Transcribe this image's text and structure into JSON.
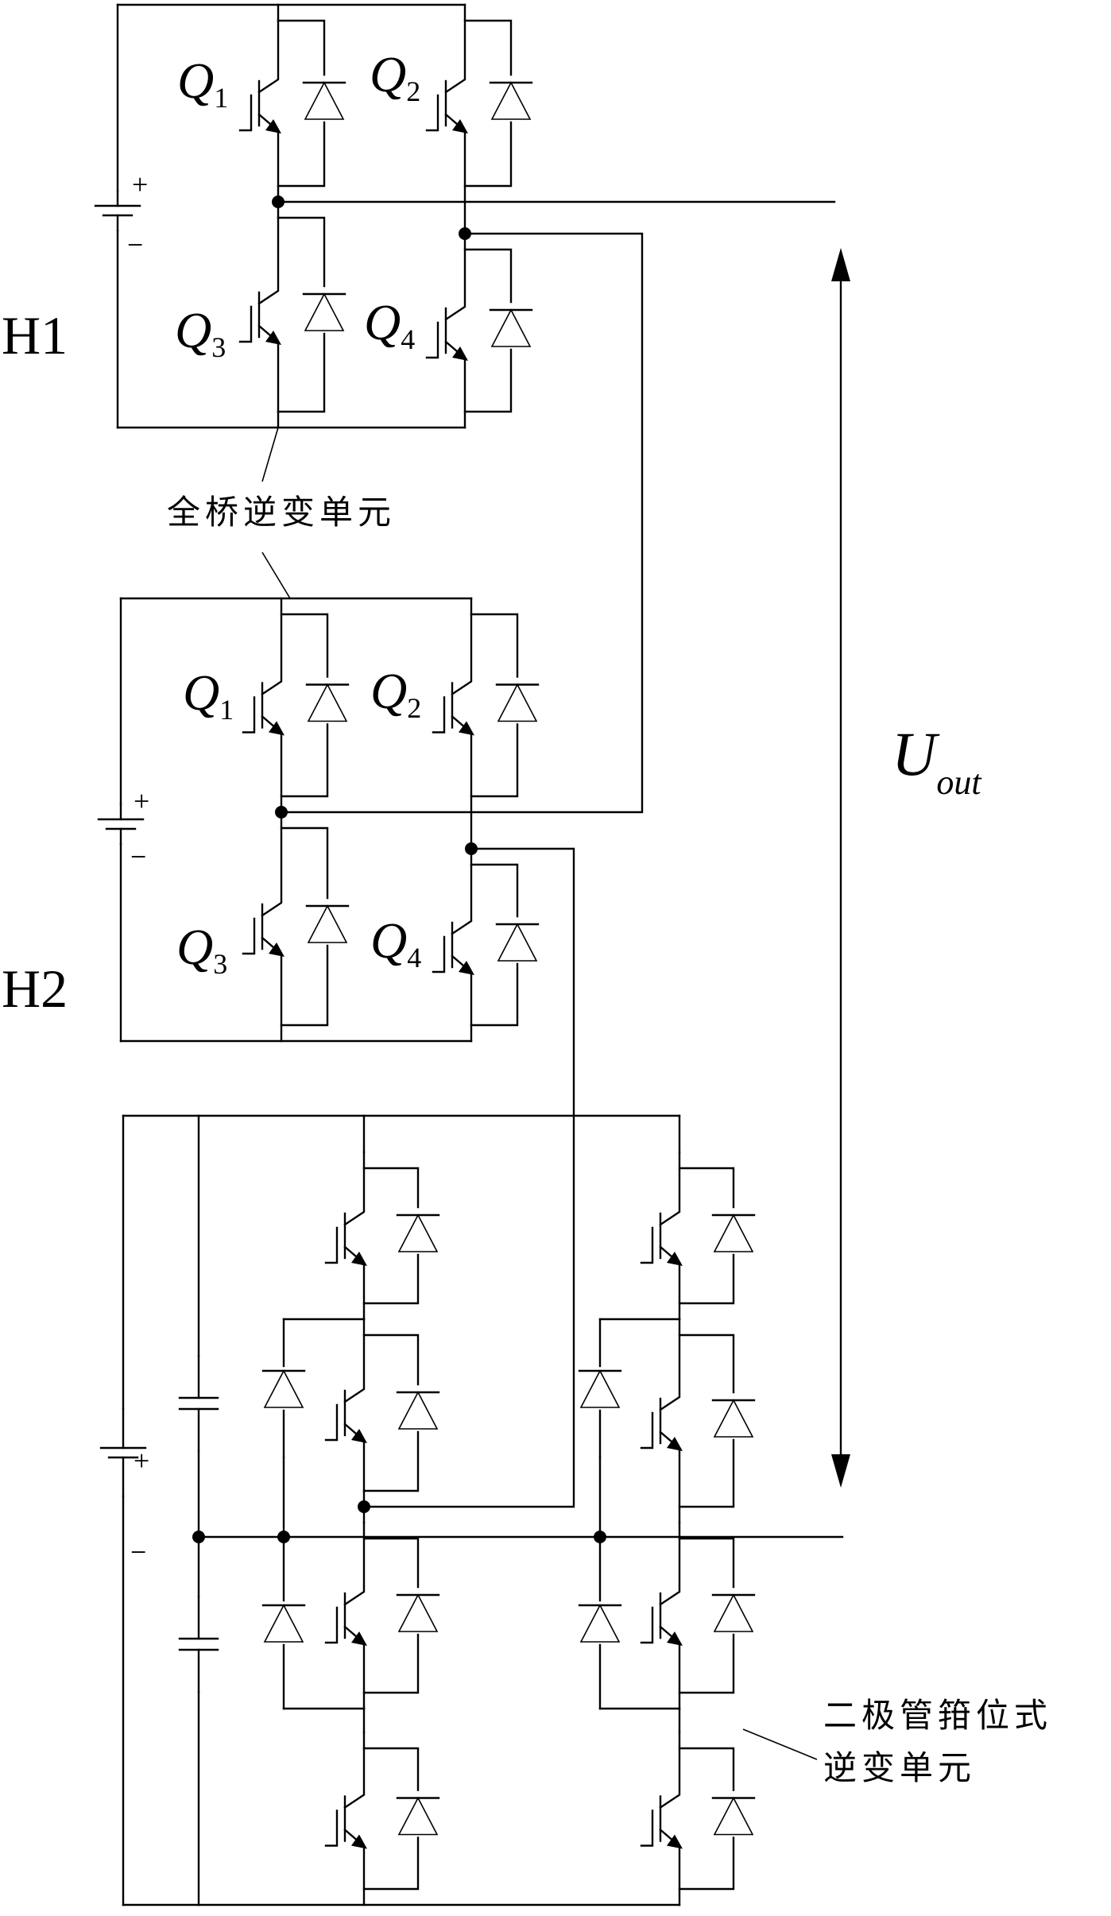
{
  "h1": {
    "label": "H1",
    "switches": [
      {
        "letter": "Q",
        "sub": "1"
      },
      {
        "letter": "Q",
        "sub": "2"
      },
      {
        "letter": "Q",
        "sub": "3"
      },
      {
        "letter": "Q",
        "sub": "4"
      }
    ],
    "plus": "+",
    "minus": "−"
  },
  "h2": {
    "label": "H2",
    "switches": [
      {
        "letter": "Q",
        "sub": "1"
      },
      {
        "letter": "Q",
        "sub": "2"
      },
      {
        "letter": "Q",
        "sub": "3"
      },
      {
        "letter": "Q",
        "sub": "4"
      }
    ],
    "plus": "+",
    "minus": "−"
  },
  "npc": {
    "plus": "+",
    "minus": "−"
  },
  "labels": {
    "full_bridge": "全桥逆变单元",
    "npc_line1": "二极管箝位式",
    "npc_line2": "逆变单元"
  },
  "output": {
    "main": "U",
    "sub": "out"
  }
}
